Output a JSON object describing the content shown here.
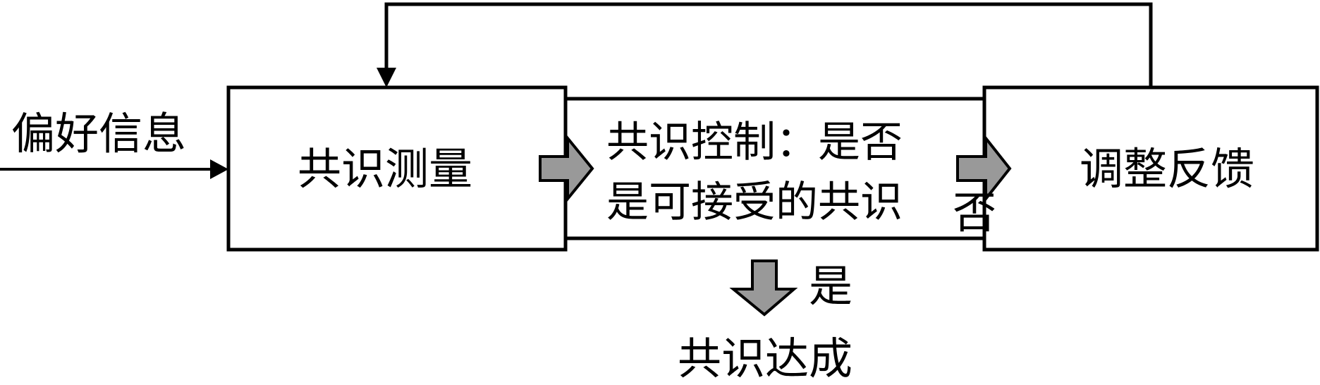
{
  "diagram": {
    "input_label": "偏好信息",
    "nodes": {
      "measure": "共识测量",
      "control_line1": "共识控制：是否",
      "control_line2": "是可接受的共识",
      "feedback": "调整反馈"
    },
    "branch_no_label": "否",
    "branch_yes_label": "是",
    "outcome_label": "共识达成",
    "colors": {
      "stroke": "#000000",
      "arrow_fill": "#999999",
      "background": "#ffffff"
    }
  }
}
